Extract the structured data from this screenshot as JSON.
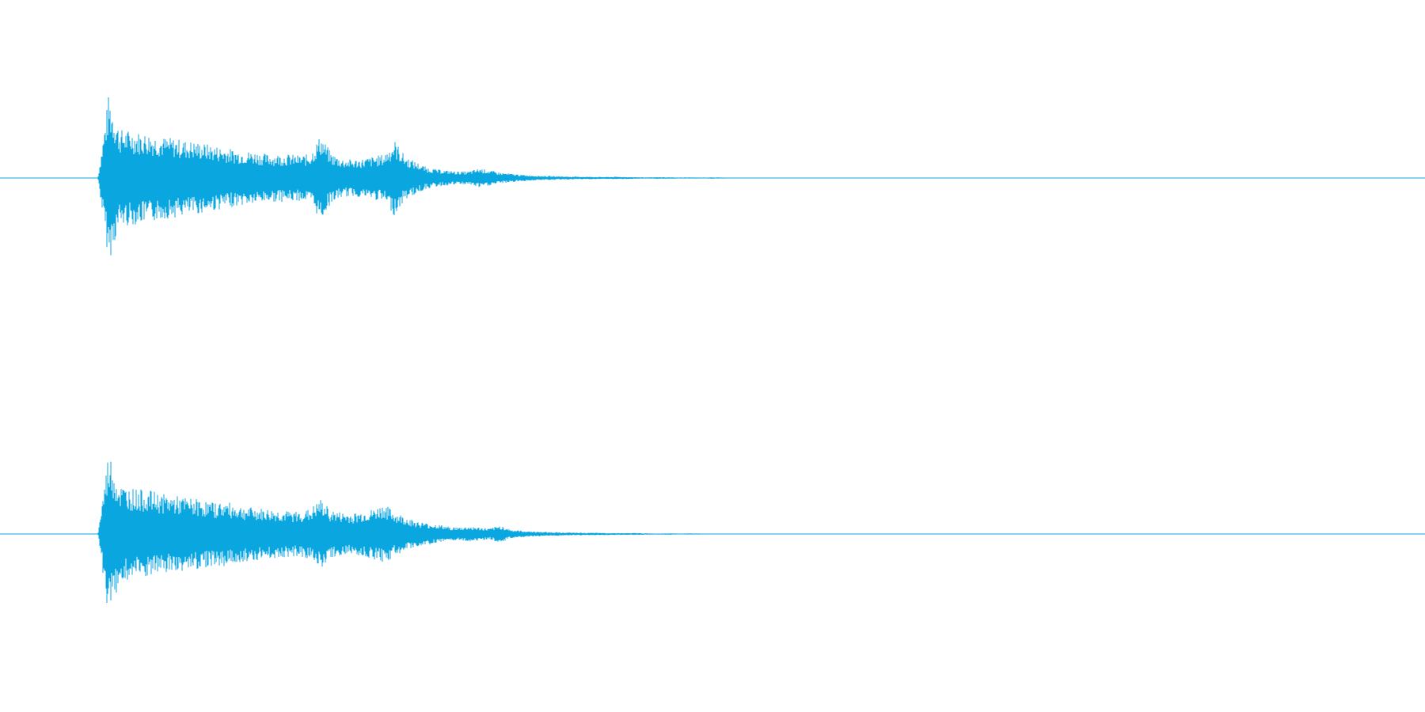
{
  "waveform": {
    "color": "#0aa6df",
    "background": "#ffffff",
    "channels": [
      {
        "channel": "left",
        "peak": 0.78,
        "envelope": [
          0.02,
          0.78,
          0.45,
          0.44,
          0.42,
          0.41,
          0.38,
          0.37,
          0.35,
          0.34,
          0.32,
          0.3,
          0.28,
          0.26,
          0.25,
          0.24,
          0.22,
          0.22,
          0.22,
          0.21,
          0.22,
          0.4,
          0.23,
          0.18,
          0.17,
          0.18,
          0.2,
          0.22,
          0.35,
          0.2,
          0.15,
          0.1,
          0.08,
          0.07,
          0.06,
          0.06,
          0.09,
          0.07,
          0.05,
          0.04,
          0.03,
          0.025,
          0.02,
          0.018,
          0.015,
          0.013,
          0.012,
          0.011,
          0.01,
          0.012,
          0.009,
          0.008,
          0.006,
          0.008,
          0.007,
          0.005,
          0.006,
          0.004,
          0.006,
          0.005,
          0.003,
          0.0
        ]
      },
      {
        "channel": "right",
        "peak": 0.78,
        "envelope": [
          0.02,
          0.78,
          0.46,
          0.43,
          0.41,
          0.4,
          0.37,
          0.36,
          0.34,
          0.33,
          0.31,
          0.29,
          0.3,
          0.27,
          0.25,
          0.24,
          0.23,
          0.22,
          0.21,
          0.21,
          0.23,
          0.32,
          0.22,
          0.2,
          0.19,
          0.21,
          0.23,
          0.28,
          0.2,
          0.16,
          0.12,
          0.1,
          0.09,
          0.07,
          0.06,
          0.07,
          0.06,
          0.05,
          0.08,
          0.04,
          0.03,
          0.025,
          0.02,
          0.018,
          0.015,
          0.013,
          0.012,
          0.011,
          0.01,
          0.009,
          0.008,
          0.009,
          0.006,
          0.005,
          0.007,
          0.004,
          0.006,
          0.004,
          0.003,
          0.003,
          0.002,
          0.0
        ]
      }
    ]
  }
}
